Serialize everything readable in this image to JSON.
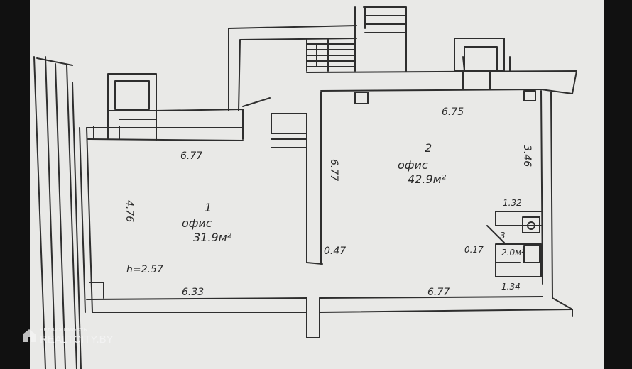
{
  "room1": {
    "number": "1",
    "name": "офис",
    "area": "31.9м²",
    "height": "h=2.57"
  },
  "room2": {
    "number": "2",
    "name": "офис",
    "area": "42.9м²"
  },
  "room3": {
    "number": "3"
  },
  "dimensions": {
    "r1_top": "6.77",
    "r1_side": "4.76",
    "r1_bottom": "6.33",
    "wall_mid": "6.77",
    "r2_top": "6.75",
    "r2_right": "3.46",
    "r2_bottom": "6.77",
    "notch": "0.47",
    "wc_top": "1.32",
    "wc_small": "0.17",
    "wc_area": "2.0м²",
    "wc_bottom": "1.34"
  },
  "watermark": {
    "top": "НЕДВИЖИМОСТЬ",
    "main": "REALTCITY.BY"
  }
}
